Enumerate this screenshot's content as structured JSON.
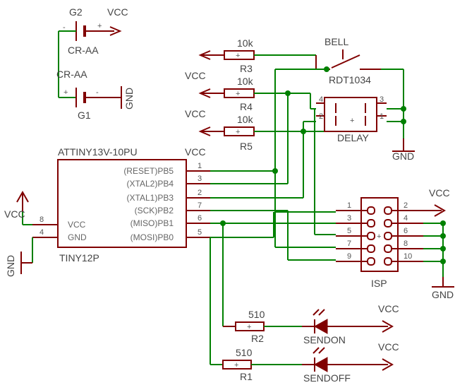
{
  "power": {
    "vcc": "VCC",
    "gnd": "GND"
  },
  "battery1": {
    "ref": "G2",
    "value": "CR-AA",
    "minus": "-",
    "plus": "+"
  },
  "battery2": {
    "ref": "G1",
    "value": "CR-AA",
    "minus": "-",
    "plus": "+"
  },
  "resistors": {
    "r3": {
      "ref": "R3",
      "value": "10k"
    },
    "r4": {
      "ref": "R4",
      "value": "10k"
    },
    "r5": {
      "ref": "R5",
      "value": "10k"
    },
    "r2": {
      "ref": "R2",
      "value": "510"
    },
    "r1": {
      "ref": "R1",
      "value": "510"
    }
  },
  "bell": {
    "ref": "BELL",
    "value": "RDT1034"
  },
  "delay": {
    "ref": "DELAY",
    "pins": [
      "4",
      "3",
      "2",
      "1"
    ],
    "plus": "+"
  },
  "mcu": {
    "top_label": "ATTINY13V-10PU",
    "bottom_label": "TINY12P",
    "left_pins": [
      {
        "num": "8",
        "name": "VCC"
      },
      {
        "num": "4",
        "name": "GND"
      }
    ],
    "right_pins": [
      {
        "num": "1",
        "name": "(RESET)PB5"
      },
      {
        "num": "3",
        "name": "(XTAL2)PB4"
      },
      {
        "num": "2",
        "name": "(XTAL1)PB3"
      },
      {
        "num": "7",
        "name": "(SCK)PB2"
      },
      {
        "num": "6",
        "name": "(MISO)PB1"
      },
      {
        "num": "5",
        "name": "(MOSI)PB0"
      }
    ]
  },
  "isp": {
    "ref": "ISP",
    "left": [
      "1",
      "3",
      "5",
      "7",
      "9"
    ],
    "right": [
      "2",
      "4",
      "6",
      "8",
      "10"
    ],
    "plus": "+"
  },
  "leds": {
    "sendon": {
      "ref": "SENDON"
    },
    "sendoff": {
      "ref": "SENDOFF"
    }
  }
}
